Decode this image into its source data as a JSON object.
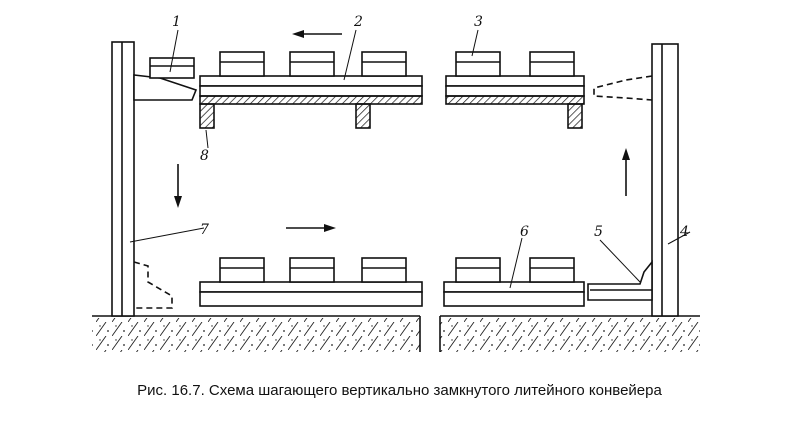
{
  "figure": {
    "callouts": [
      "1",
      "2",
      "3",
      "4",
      "5",
      "6",
      "7",
      "8"
    ]
  },
  "caption": "Рис. 16.7. Схема шагающего вертикально замкнутого литейного конвейера",
  "colors": {
    "ink": "#111111",
    "background": "#ffffff"
  }
}
